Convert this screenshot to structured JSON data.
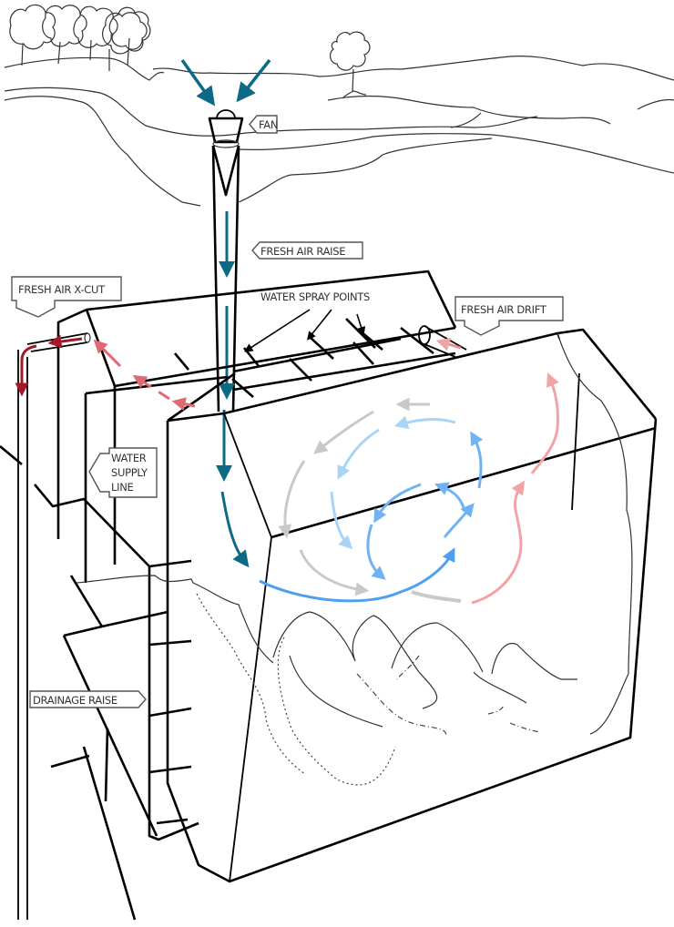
{
  "title": "Underground mine ventilation and water spray cross-section",
  "labels": {
    "fan": "FAN",
    "fresh_air_raise": "FRESH AIR RAISE",
    "fresh_air_xcut": "FRESH AIR X-CUT",
    "water_spray_points": "WATER SPRAY POINTS",
    "fresh_air_drift": "FRESH AIR DRIFT",
    "water_supply_line": [
      "WATER",
      "SUPPLY",
      "LINE"
    ],
    "drainage_raise": "DRAINAGE RAISE"
  },
  "colors": {
    "intake_air": "#0d6a86",
    "fresh_air_blue": "#4f9ff0",
    "light_blue": "#a8d5f5",
    "mid_blue": "#6fb2f5",
    "grey_air": "#c9c9c9",
    "warm_air_pink": "#f2a3a8",
    "return_air_red": "#e06a72",
    "exhaust_dark_red": "#a3192a",
    "outline": "#000000"
  }
}
